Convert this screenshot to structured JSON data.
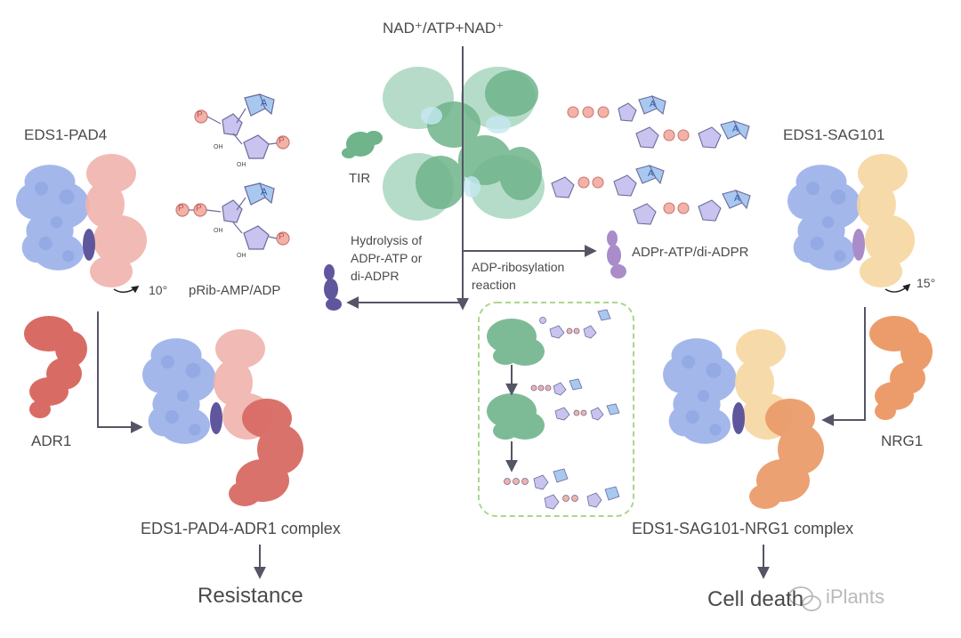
{
  "top_label": "NAD⁺/ATP+NAD⁺",
  "tir_label": "TIR",
  "left_complex_label": "EDS1-PAD4",
  "right_complex_label": "EDS1-SAG101",
  "left_angle": "10°",
  "right_angle": "15°",
  "left_product_label": "pRib-AMP/ADP",
  "right_product_label": "ADPr-ATP/di-ADPR",
  "hydrolysis_label": [
    "Hydrolysis of",
    "ADPr-ATP or",
    "di-ADPR"
  ],
  "ribosylation_label": [
    "ADP-ribosylation",
    "reaction"
  ],
  "adr1_label": "ADR1",
  "nrg1_label": "NRG1",
  "left_result_complex": "EDS1-PAD4-ADR1 complex",
  "right_result_complex": "EDS1-SAG101-NRG1 complex",
  "left_outcome": "Resistance",
  "right_outcome": "Cell death",
  "watermark": "iPlants",
  "molecule_letters": {
    "phosphate": "P",
    "adenine": "A",
    "hydroxyl": "OH"
  },
  "colors": {
    "eds1": "#9fb4ea",
    "pad4": "#f0b3ad",
    "sag101": "#f7d6a0",
    "adr1": "#d96b65",
    "nrg1": "#ec9c6b",
    "tir": "#6fb48b",
    "ligand_dark": "#5f579d",
    "ligand_light": "#a98cc9",
    "arrow": "#555566",
    "dashed_box": "#a8d88c"
  }
}
